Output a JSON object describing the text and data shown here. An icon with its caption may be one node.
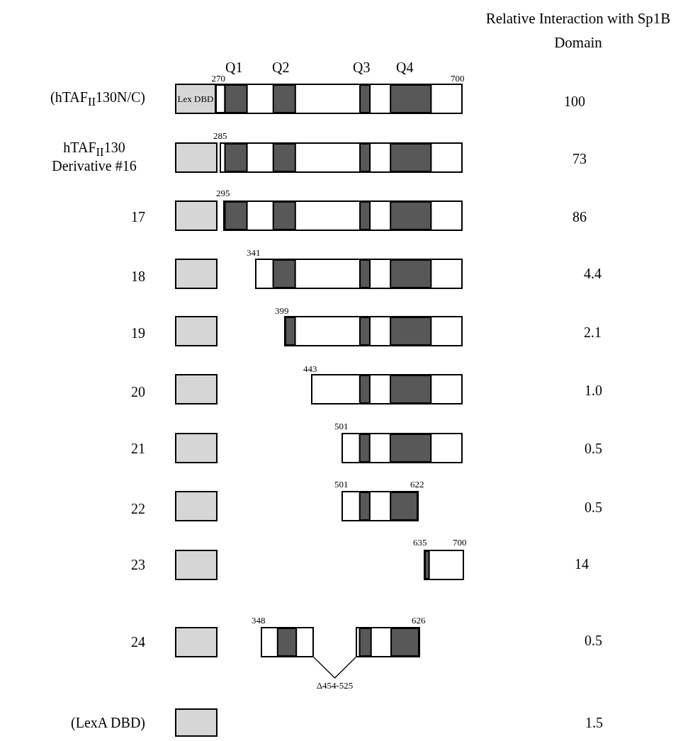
{
  "diagram": {
    "nodes": [
      {
        "text": [
          "Lex DBD"
        ]
      },
      {
        "text": [],
        "shape": "bar"
      },
      {
        "text": [],
        "shape": "box"
      },
      {
        "text": [],
        "shape": "bar"
      },
      {
        "text": [],
        "shape": "box"
      },
      {
        "text": [],
        "shape": "bar"
      },
      {
        "text": [],
        "shape": "box"
      },
      {
        "text": [],
        "shape": "bar"
      },
      {
        "text": [],
        "shape": "box"
      },
      {
        "text": [],
        "shape": "bar"
      },
      {
        "text": [],
        "shape": "box"
      },
      {
        "text": [],
        "shape": "bar"
      },
      {
        "text": [],
        "shape": "box"
      },
      {
        "text": [],
        "shape": "bar"
      },
      {
        "text": [],
        "shape": "box"
      },
      {
        "text": [],
        "shape": "bar"
      },
      {
        "text": [],
        "shape": "box"
      },
      {
        "text": [],
        "shape": "bar"
      },
      {
        "text": [],
        "shape": "box"
      },
      {
        "text": [],
        "shape": "bar"
      },
      {
        "text": [],
        "shape": "bar"
      },
      {
        "text": [],
        "shape": "box"
      }
    ],
    "edges": [
      {
        "from": 19,
        "to": 20,
        "arrow": "none",
        "label": "Δ454-525"
      }
    ],
    "labels": [
      "Relative Interaction with Sp1B Domain",
      "270",
      "Q1",
      "Q2",
      "Q3",
      "Q4",
      "700",
      "(hTAF$_{II}$130N/C)",
      "100",
      "hTAF$_{II}$130 Derivative #16",
      "285",
      "73",
      "295",
      "17",
      "86",
      "341",
      "18",
      "4.4",
      "399",
      "19",
      "2.1",
      "443",
      "20",
      "1.0",
      "501",
      "21",
      "0.5",
      "501",
      "622",
      "22",
      "0.5",
      "635",
      "700",
      "23",
      "14",
      "348",
      "626",
      "24",
      "0.5",
      "(LexA DBD)",
      "1.5"
    ]
  }
}
